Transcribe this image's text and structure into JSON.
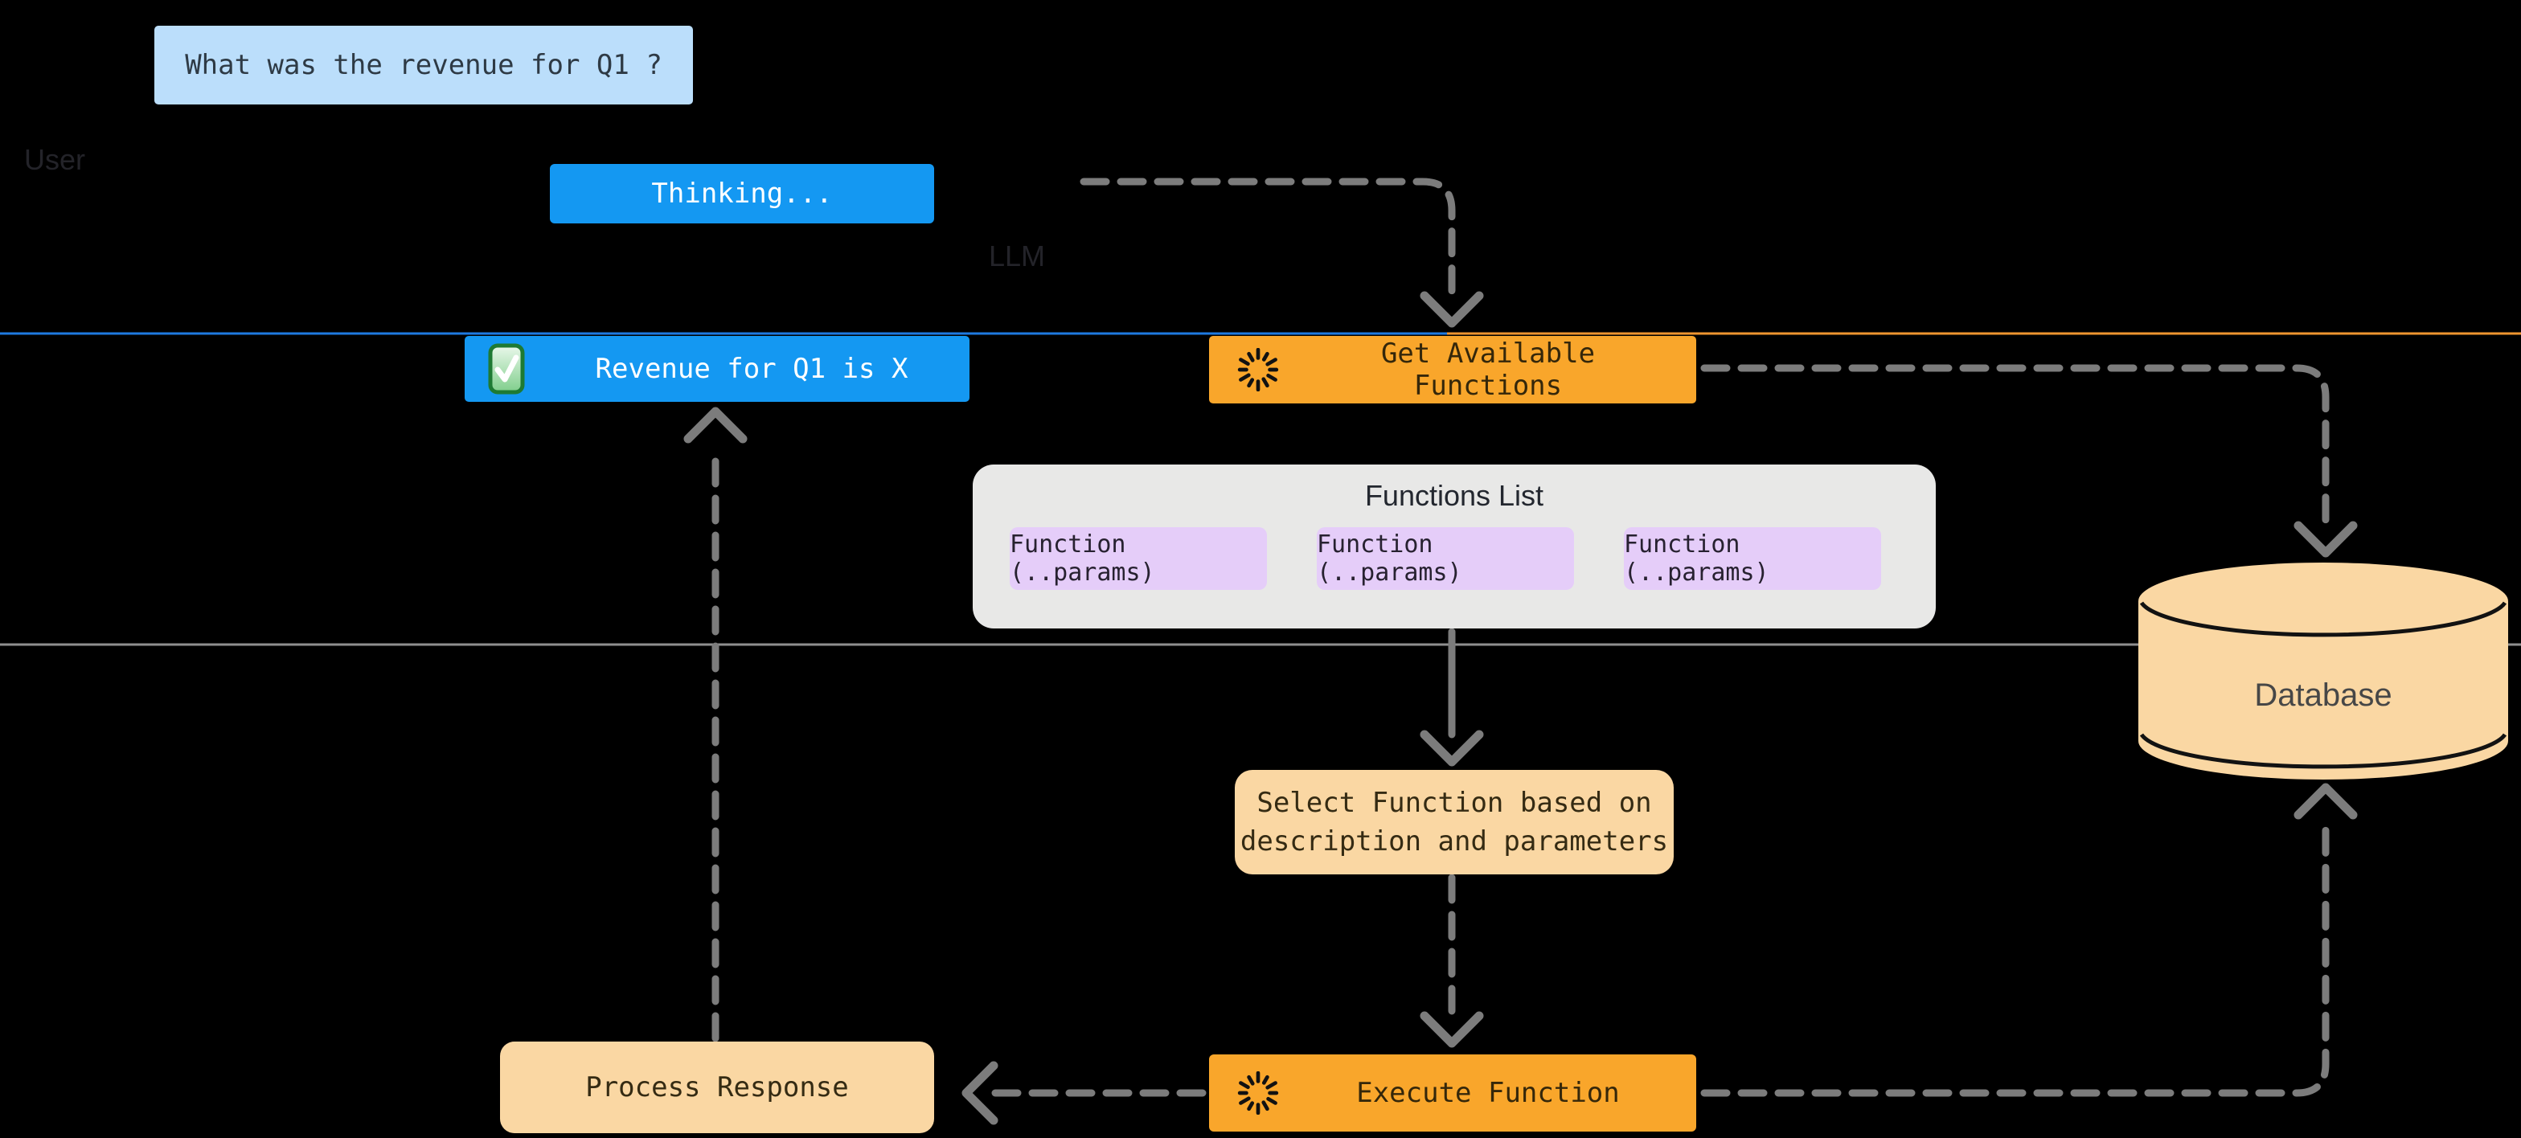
{
  "diagram": {
    "title_hint": "LLM function-calling flow",
    "background": "#000000",
    "lanes": {
      "user_label": "User",
      "llm_label": "LLM",
      "divider_colors": {
        "blue": "#1E7AE0",
        "orange": "#EE9530",
        "gray": "#8F8F8F"
      }
    },
    "nodes": {
      "user_question": {
        "label": "What was the revenue for Q1 ?",
        "fill": "#BBDEFB"
      },
      "thinking": {
        "label": "Thinking...",
        "fill": "#1498F2"
      },
      "revenue": {
        "label": "Revenue for Q1 is X",
        "fill": "#1498F2",
        "icon": "check-badge"
      },
      "get_available_functions": {
        "label": "Get Available Functions",
        "fill": "#F9A62B",
        "icon": "loading-spinner"
      },
      "functions_list": {
        "title": "Functions List",
        "fill": "#E8E8E7",
        "items": [
          "Function (..params)",
          "Function (..params)",
          "Function (..params)"
        ],
        "item_fill": "#E5CDF9"
      },
      "select_function": {
        "line1": "Select Function based on",
        "line2": "description and parameters",
        "fill": "#FAD7A3"
      },
      "execute_function": {
        "label": "Execute Function",
        "fill": "#F9A62B",
        "icon": "loading-spinner"
      },
      "process_response": {
        "label": "Process Response",
        "fill": "#FAD7A3"
      },
      "database": {
        "label": "Database",
        "fill": "#FAD7A3"
      }
    },
    "arrow_color": "#7C7C7C"
  }
}
